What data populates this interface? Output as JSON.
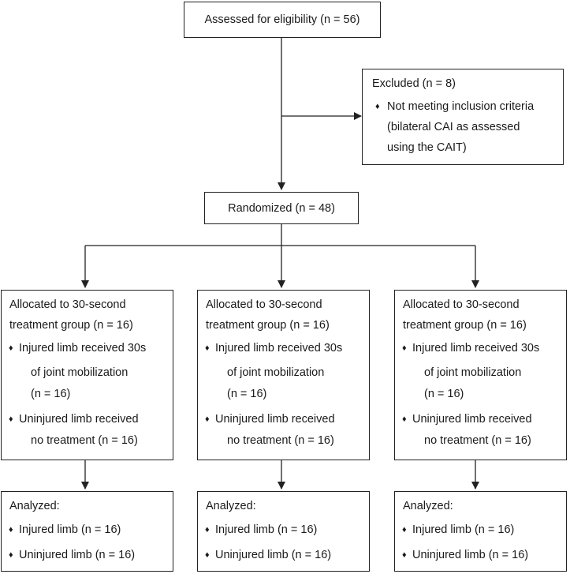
{
  "assessed": {
    "label": "Assessed for eligibility (n = 56)"
  },
  "excluded": {
    "title": "Excluded (n = 8)",
    "bullet_lines": [
      "Not meeting inclusion criteria",
      "(bilateral CAI as assessed",
      "using the CAIT)"
    ]
  },
  "randomized": {
    "label": "Randomized (n = 48)"
  },
  "groups": [
    {
      "allocation": {
        "title_lines": [
          "Allocated to 30-second",
          "treatment group (n = 16)"
        ],
        "item1_lines": [
          "Injured limb received 30s",
          "of joint mobilization",
          "(n = 16)"
        ],
        "item2_lines": [
          "Uninjured limb received",
          "no treatment (n = 16)"
        ]
      },
      "analysis": {
        "title": "Analyzed:",
        "item1": "Injured limb (n = 16)",
        "item2": "Uninjured limb (n = 16)"
      }
    },
    {
      "allocation": {
        "title_lines": [
          "Allocated to 30-second",
          "treatment group (n = 16)"
        ],
        "item1_lines": [
          "Injured limb received 30s",
          "of joint mobilization",
          "(n = 16)"
        ],
        "item2_lines": [
          "Uninjured limb received",
          "no treatment (n = 16)"
        ]
      },
      "analysis": {
        "title": "Analyzed:",
        "item1": "Injured limb (n = 16)",
        "item2": "Uninjured limb (n = 16)"
      }
    },
    {
      "allocation": {
        "title_lines": [
          "Allocated to 30-second",
          "treatment group (n = 16)"
        ],
        "item1_lines": [
          "Injured limb received 30s",
          "of joint mobilization",
          "(n = 16)"
        ],
        "item2_lines": [
          "Uninjured limb received",
          "no treatment (n = 16)"
        ]
      },
      "analysis": {
        "title": "Analyzed:",
        "item1": "Injured limb (n = 16)",
        "item2": "Uninjured limb (n = 16)"
      }
    }
  ],
  "bullet_glyph": "♦",
  "line_color": "#222222"
}
